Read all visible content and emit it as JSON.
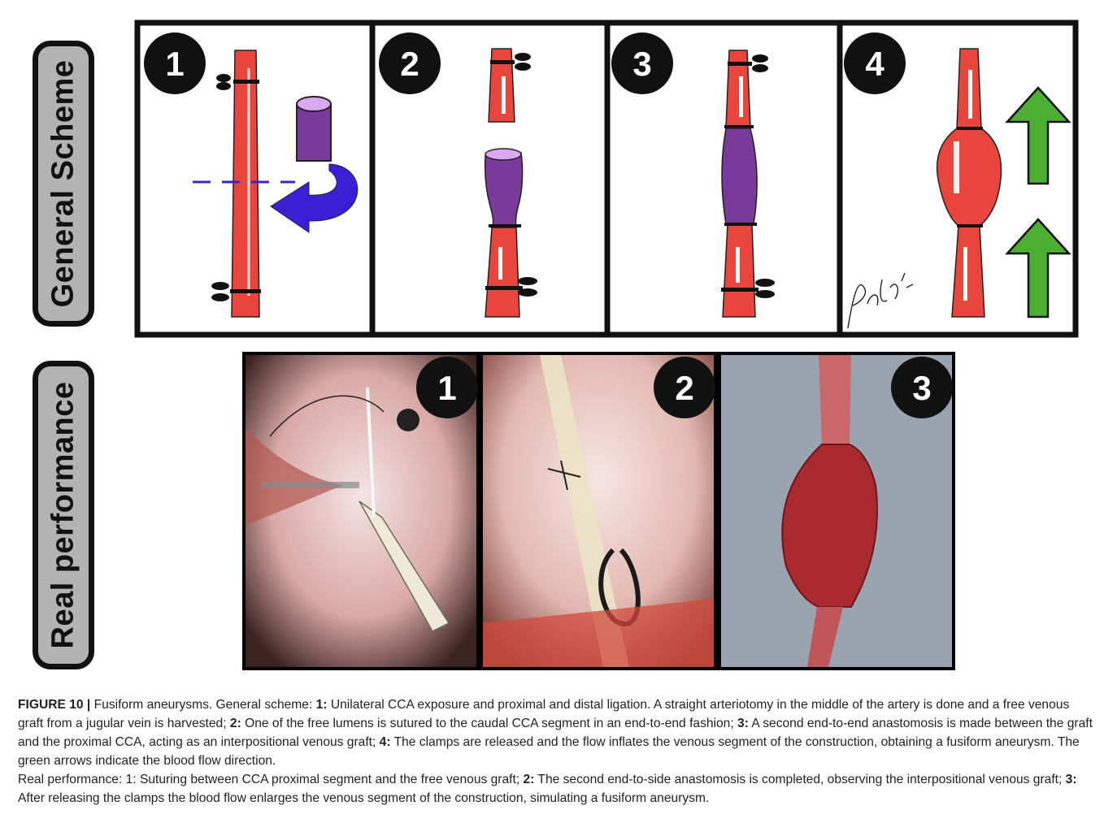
{
  "labels": {
    "general": "General Scheme",
    "real": "Real performance"
  },
  "scheme_steps": [
    "1",
    "2",
    "3",
    "4"
  ],
  "photo_steps": [
    "1",
    "2",
    "3"
  ],
  "signature": "Pablo G.F.",
  "colors": {
    "artery": "#e8453c",
    "graft": "#7a3a9a",
    "arrow_blue": "#3a1fd6",
    "arrow_green": "#4caf32",
    "label_bg": "#b3b3b3"
  },
  "caption": {
    "fig_label": "FIGURE 10 |",
    "s1": " Fusiform aneurysms. General scheme: ",
    "b1": "1:",
    "s2": " Unilateral CCA exposure and proximal and distal ligation. A straight arteriotomy in the middle of the artery is done and a free venous graft from a jugular vein is harvested; ",
    "b2": "2:",
    "s3": " One of the free lumens is sutured to the caudal CCA segment in an end-to-end fashion; ",
    "b3": "3:",
    "s4": " A second end-to-end anastomosis is made between the graft and the proximal CCA, acting as an interpositional venous graft; ",
    "b4": "4:",
    "s5": " The clamps are released and the flow inflates the venous segment of the construction, obtaining a fusiform aneurysm. The green arrows indicate the blood flow direction.",
    "r1": "Real performance: 1: Suturing between CCA proximal segment and the free venous graft; ",
    "rb2": "2:",
    "r2": " The second end-to-side anastomosis is completed, observing the interpositional venous graft; ",
    "rb3": "3:",
    "r3": " After releasing the clamps the blood flow enlarges the venous segment of the construction, simulating a fusiform aneurysm."
  }
}
